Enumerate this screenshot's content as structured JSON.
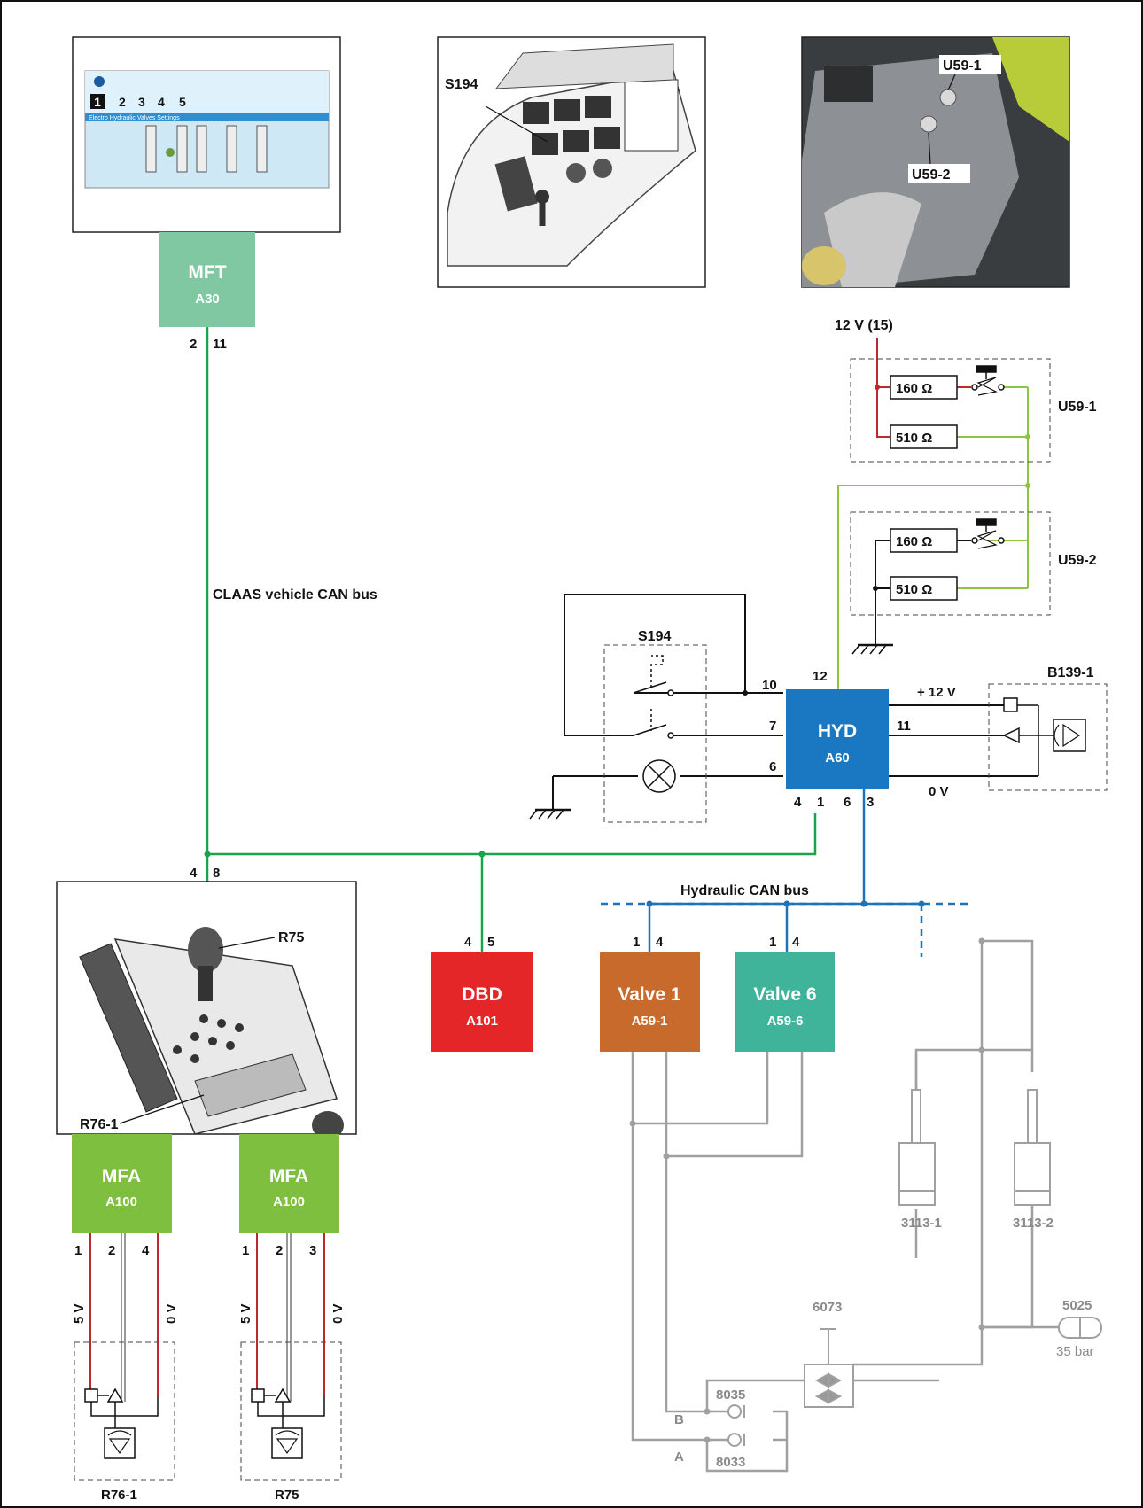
{
  "colors": {
    "mft": "#7fc8a2",
    "mfa": "#7fbf3f",
    "hyd": "#1a78c2",
    "dbd": "#e52629",
    "valve1": "#c76a2c",
    "valve6": "#3fb49a",
    "can_vehicle": "#1aa34a",
    "can_hydraulic": "#1f72b8",
    "wire_red": "#c0282d",
    "wire_green": "#8cc63f",
    "hydraulic_line": "#a0a0a0"
  },
  "modules": {
    "mft": {
      "name": "MFT",
      "code": "A30"
    },
    "hyd": {
      "name": "HYD",
      "code": "A60"
    },
    "dbd": {
      "name": "DBD",
      "code": "A101"
    },
    "valve1": {
      "name": "Valve 1",
      "code": "A59-1"
    },
    "valve6": {
      "name": "Valve 6",
      "code": "A59-6"
    },
    "mfa_left": {
      "name": "MFA",
      "code": "A100"
    },
    "mfa_right": {
      "name": "MFA",
      "code": "A100"
    }
  },
  "buses": {
    "vehicle_can": "CLAAS vehicle CAN bus",
    "hydraulic_can": "Hydraulic CAN bus"
  },
  "labels": {
    "supply": "12 V (15)",
    "r160": "160 Ω",
    "r510": "510 Ω",
    "u59_1": "U59-1",
    "u59_2": "U59-2",
    "s194": "S194",
    "b139_1": "B139-1",
    "plus12v": "+ 12 V",
    "zero_v": "0 V",
    "r75": "R75",
    "r76_1": "R76-1",
    "five_v": "5 V",
    "zero_v_vert": "0 V",
    "photo_s194": "S194",
    "photo_u59_1": "U59-1",
    "photo_u59_2": "U59-2",
    "photo_r75": "R75",
    "photo_r76_1": "R76-1",
    "screen_tabs": [
      "1",
      "2",
      "3",
      "4",
      "5"
    ],
    "screen_header": "Electro Hydraulic Valves Settings"
  },
  "pins": {
    "mft": [
      "2",
      "11"
    ],
    "junction_mfa": [
      "4",
      "8"
    ],
    "dbd": [
      "4",
      "5"
    ],
    "valve1": [
      "1",
      "4"
    ],
    "valve6": [
      "1",
      "4"
    ],
    "hyd_left": [
      "10",
      "7",
      "6"
    ],
    "hyd_top": "12",
    "hyd_right": "11",
    "hyd_bottom": [
      "4",
      "1",
      "6",
      "3"
    ],
    "mfa_left": [
      "1",
      "2",
      "4"
    ],
    "mfa_right": [
      "1",
      "2",
      "3"
    ]
  },
  "hydraulics": {
    "cyl1": "3113-1",
    "cyl2": "3113-2",
    "valve_6073": "6073",
    "acc_5025": "5025",
    "pressure": "35 bar",
    "check_8035": "8035",
    "check_8033": "8033",
    "port_a": "A",
    "port_b": "B"
  }
}
